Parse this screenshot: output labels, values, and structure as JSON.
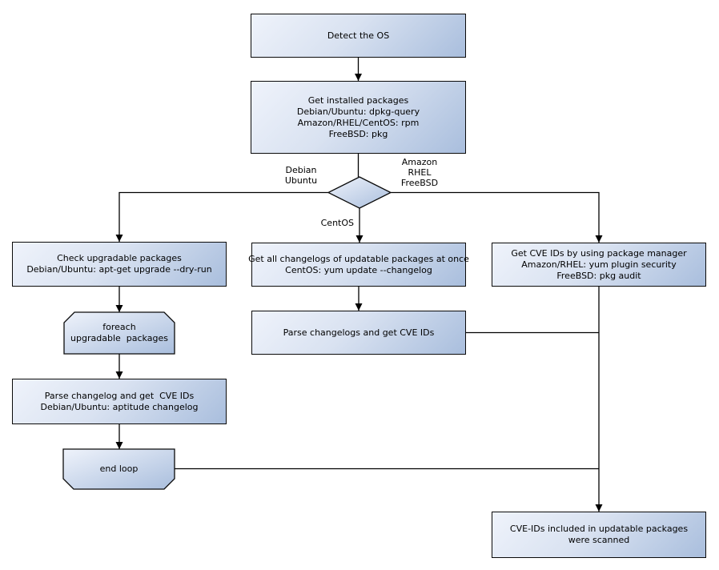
{
  "diagram": {
    "type": "flowchart",
    "subject": "OS package CVE scanning flow",
    "colors": {
      "node_fill_light": "#eff3fb",
      "node_fill_dark": "#a9bedd",
      "node_border": "#0a0a0a",
      "connector": "#000000",
      "background": "#ffffff",
      "text": "#000000"
    },
    "nodes": {
      "detect": {
        "label": "Detect the OS"
      },
      "installed": {
        "label": "Get installed packages\nDebian/Ubuntu: dpkg-query\nAmazon/RHEL/CentOS: rpm\nFreeBSD: pkg"
      },
      "check": {
        "label": "Check upgradable packages\nDebian/Ubuntu: apt-get upgrade --dry-run"
      },
      "getall": {
        "label": "Get all changelogs of updatable packages at once\nCentOS: yum update --changelog"
      },
      "getcve": {
        "label": "Get CVE IDs by using package manager\nAmazon/RHEL: yum plugin security\nFreeBSD: pkg audit"
      },
      "foreach": {
        "label": "foreach\nupgradable  packages"
      },
      "parse_mid": {
        "label": "Parse changelogs and get CVE IDs"
      },
      "parse_left": {
        "label": "Parse changelog and get  CVE IDs\nDebian/Ubuntu: aptitude changelog"
      },
      "endloop": {
        "label": "end loop"
      },
      "scanned": {
        "label": "CVE-IDs included in updatable packages\nwere scanned"
      }
    },
    "edge_labels": {
      "debian_ubuntu": "Debian\nUbuntu",
      "amazon_rhel_freebsd": "Amazon\nRHEL\nFreeBSD",
      "centos": "CentOS"
    }
  }
}
